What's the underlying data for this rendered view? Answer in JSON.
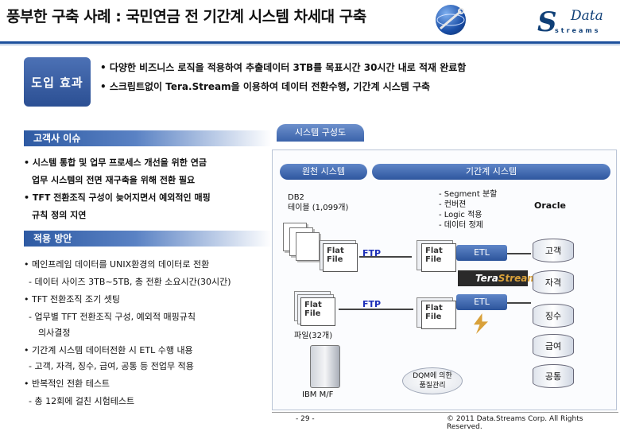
{
  "header": {
    "title": "풍부한 구축 사례 : 국민연금 전 기간계 시스템 차세대 구축",
    "logo_wordmark": "Data",
    "logo_subword": "streams"
  },
  "intro": {
    "label": "도입 효과",
    "bullets": [
      "• 다양한 비즈니스 로직을 적용하여 추출데이터 3TB를 목표시간 30시간 내로 적재 완료함",
      "• 스크립트없이 Tera.Stream을 이용하여 데이터 전환수행, 기간계 시스템 구축"
    ]
  },
  "customer_issue": {
    "heading": "고객사 이슈",
    "lines": [
      "• 시스템 통합 및 업무 프로세스 개선을 위한 연금",
      "업무 시스템의 전면 재구축을 위해 전환 필요",
      "• TFT 전환조직 구성이 늦어지면서 예외적인 매핑",
      "규칙 정의 지연"
    ]
  },
  "approach": {
    "heading": "적용 방안",
    "lines": [
      "• 메인프레임 데이터를 UNIX환경의 데이터로 전환",
      "- 데이터 사이즈 3TB~5TB, 총 전환 소요시간(30시간)",
      "• TFT 전환조직 조기 셋팅",
      "- 업무별 TFT 전환조직 구성, 예외적 매핑규칙",
      "의사결정",
      "• 기간계 시스템 데이터전환 시 ETL 수행 내용",
      "- 고객, 자격, 징수, 급여, 공통 등 전업무 적용",
      "• 반복적인 전환 테스트",
      "- 총 12회에 걸친 시험테스트"
    ]
  },
  "diagram": {
    "tab": "시스템 구성도",
    "source_label": "원천 시스템",
    "target_label": "기간계 시스템",
    "db2_text": "DB2\n테이블 (1,099개)",
    "segment_text": "- Segment 분할\n- 컨버젼\n- Logic 적용\n- 데이터 정제",
    "oracle": "Oracle",
    "flat_file": "Flat\nFile",
    "ftp": "FTP",
    "etl": "ETL",
    "tera_brand": "Tera",
    "tera_brand2": "Stream",
    "files_label": "파일(32개)",
    "mainframe": "IBM M/F",
    "dqm": "DQM에 의한\n품질관리",
    "targets": [
      "고객",
      "자격",
      "징수",
      "급여",
      "공통"
    ]
  },
  "footer": {
    "page": "- 29 -",
    "copyright": "© 2011 Data.Streams Corp. All Rights Reserved."
  }
}
